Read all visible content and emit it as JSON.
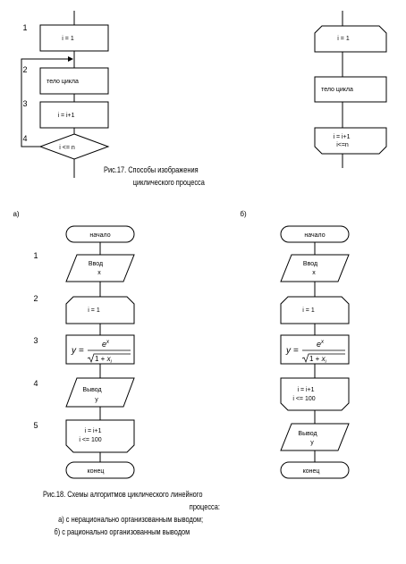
{
  "fig17": {
    "left": {
      "numbers": [
        "1",
        "2",
        "3",
        "4"
      ],
      "init": "i = 1",
      "body": "тело цикла",
      "incr": "i = i+1",
      "cond": "i <= n"
    },
    "right": {
      "init": "i = 1",
      "body": "тело цикла",
      "end_line1": "i = i+1",
      "end_line2": "i<=n"
    },
    "caption_line1": "Рис.17. Способы изображения",
    "caption_line2": "циклического процесса"
  },
  "fig18": {
    "label_a": "а)",
    "label_b": "б)",
    "a": {
      "numbers": [
        "1",
        "2",
        "3",
        "4",
        "5"
      ],
      "start": "начало",
      "input_line1": "Ввод",
      "input_line2": "x",
      "init": "i = 1",
      "formula": "y = e^x / √(1 + x_i)",
      "output_line1": "Вывод",
      "output_line2": "y",
      "end_line1": "i = i+1",
      "end_line2": "i <= 100",
      "finish": "конец"
    },
    "b": {
      "start": "начало",
      "input_line1": "Ввод",
      "input_line2": "x",
      "init": "i = 1",
      "formula": "y = e^x / √(1 + x_i)",
      "end_line1": "i = i+1",
      "end_line2": "i <= 100",
      "output_line1": "Вывод",
      "output_line2": "y",
      "finish": "конец"
    },
    "caption_line1": "Рис.18. Схемы алгоритмов циклического линейного",
    "caption_line2": "процесса:",
    "caption_line3": "а) с нерационально организованным выводом;",
    "caption_line4": "б) с рационально организованным выводом"
  }
}
